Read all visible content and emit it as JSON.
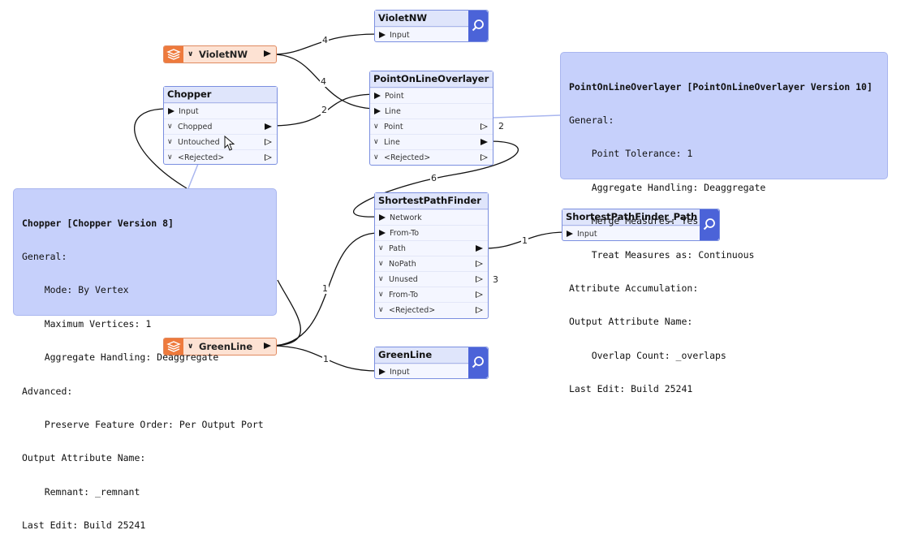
{
  "readers": {
    "violet": {
      "name": "VioletNW"
    },
    "green": {
      "name": "GreenLine"
    }
  },
  "inspectors": {
    "violet": {
      "title": "VioletNW",
      "input": "Input"
    },
    "green": {
      "title": "GreenLine",
      "input": "Input"
    },
    "path": {
      "title": "ShortestPathFinder_Path",
      "input": "Input"
    }
  },
  "chopper": {
    "title": "Chopper",
    "inputs": [
      "Input"
    ],
    "outputs": [
      "Chopped",
      "Untouched",
      "<Rejected>"
    ]
  },
  "overlayer": {
    "title": "PointOnLineOverlayer",
    "inputs": [
      "Point",
      "Line"
    ],
    "outputs": [
      "Point",
      "Line",
      "<Rejected>"
    ]
  },
  "finder": {
    "title": "ShortestPathFinder",
    "inputs": [
      "Network",
      "From-To"
    ],
    "outputs": [
      "Path",
      "NoPath",
      "Unused",
      "From-To",
      "<Rejected>"
    ]
  },
  "annotations": {
    "overlayer": {
      "header": "PointOnLineOverlayer [PointOnLineOverlayer Version 10]",
      "lines": [
        "General:",
        "    Point Tolerance: 1",
        "    Aggregate Handling: Deaggregate",
        "    Merge Measures: Yes",
        "    Treat Measures as: Continuous",
        "Attribute Accumulation:",
        "Output Attribute Name:",
        "    Overlap Count: _overlaps",
        "Last Edit: Build 25241"
      ]
    },
    "chopper": {
      "header": "Chopper [Chopper Version 8]",
      "lines": [
        "General:",
        "    Mode: By Vertex",
        "    Maximum Vertices: 1",
        "    Aggregate Handling: Deaggregate",
        "Advanced:",
        "    Preserve Feature Order: Per Output Port",
        "Output Attribute Name:",
        "    Remnant: _remnant",
        "Last Edit: Build 25241"
      ]
    }
  },
  "counts": {
    "violet_to_inspector": "4",
    "violet_to_line": "4",
    "chopped_to_point": "2",
    "overlay_point_out": "2",
    "overlay_line_to_network": "6",
    "path_to_inspector": "1",
    "unused_out": "3",
    "green_to_fromto": "1",
    "green_to_inspector": "1"
  },
  "colors": {
    "node_border": "#7b8fe0",
    "node_title_bg": "#dfe5fb",
    "inspector_accent": "#4b63d8",
    "reader_bg": "#fde2d3",
    "reader_icon": "#ee7a3c",
    "annotation_bg": "#c6d0fb"
  }
}
